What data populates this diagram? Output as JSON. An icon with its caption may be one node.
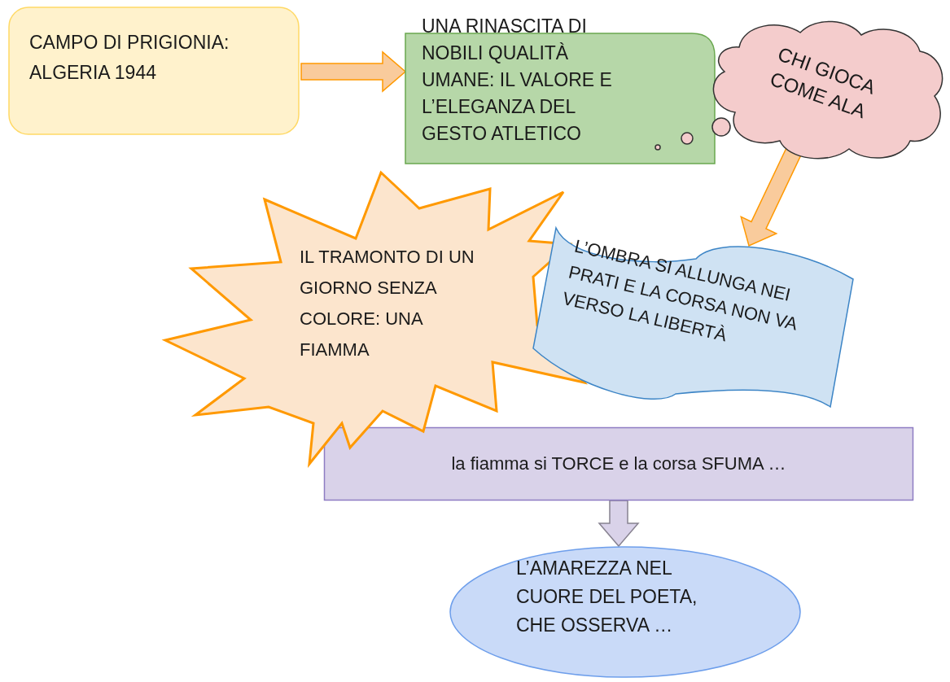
{
  "diagram": {
    "nodes": [
      {
        "text": [
          "CAMPO DI PRIGIONIA: ALGERIA 1944"
        ]
      },
      {
        "text": [
          "UNA RINASCITA DI NOBILI QUALITÀ UMANE: IL VALORE E L’ELEGANZA DEL GESTO ATLETICO"
        ]
      },
      {
        "text": [
          "CHI GIOCA COME ALA"
        ]
      },
      {
        "text": [
          "IL TRAMONTO DI UN GIORNO SENZA COLORE: UNA FIAMMA"
        ]
      },
      {
        "text": [
          "L’OMBRA SI ALLUNGA NEI PRATI E LA CORSA NON VA VERSO LA LIBERTÀ"
        ]
      },
      {
        "text": [
          "la fiamma si TORCE e la corsa SFUMA …"
        ]
      },
      {
        "text": [
          "L’AMAREZZA NEL CUORE DEL POETA, CHE OSSERVA …"
        ]
      }
    ],
    "edges": [
      {
        "from": 0,
        "to": 1,
        "arrow": "to"
      },
      {
        "from": 2,
        "to": 4,
        "arrow": "to"
      },
      {
        "from": 5,
        "to": 6,
        "arrow": "to",
        "color": "#d9d2e9"
      }
    ]
  }
}
